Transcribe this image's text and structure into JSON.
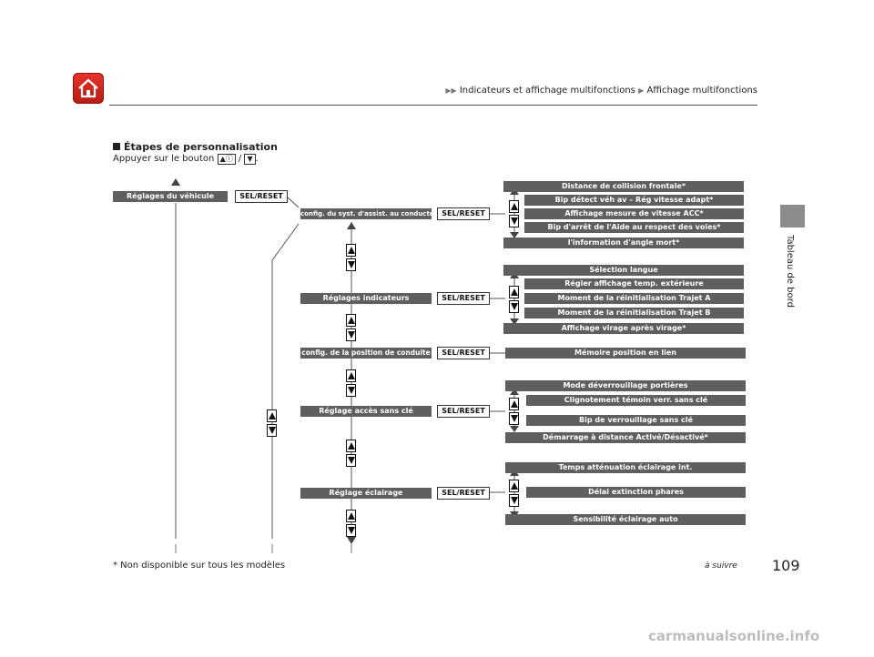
{
  "header": {
    "breadcrumb_1": "Indicateurs et affichage multifonctions",
    "breadcrumb_2": "Affichage multifonctions",
    "side_label": "Tableau de bord"
  },
  "section": {
    "title": "Étapes de personnalisation",
    "instruction_pre": "Appuyer sur le bouton",
    "instruction_sep": "/",
    "instruction_end": "."
  },
  "diagram": {
    "sel_reset": "SEL/RESET",
    "vehicle_settings": "Réglages du véhicule",
    "menus": {
      "assist": "config. du syst. d'assist. au conducteur*",
      "indicators": "Réglages indicateurs",
      "position": "config. de la position de conduite",
      "keyless": "Réglage accès sans clé",
      "lighting": "Réglage éclairage"
    },
    "assist_items": [
      "Distance de collision frontale*",
      "Bip détect véh av – Rég vitesse adapt*",
      "Affichage mesure de vitesse ACC*",
      "Bip d'arrêt de l'Aide au respect des voies*",
      "l'information d'angle mort*"
    ],
    "indicator_items": [
      "Sélection langue",
      "Régler affichage temp. extérieure",
      "Moment de la réinitialisation Trajet A",
      "Moment de la réinitialisation Trajet B",
      "Affichage virage après virage*"
    ],
    "position_items": [
      "Mémoire position en lien"
    ],
    "keyless_items": [
      "Mode déverrouillage portières",
      "Clignotement témoin verr. sans clé",
      "Bip de verrouillage sans clé",
      "Démarrage à distance Activé/Désactivé*"
    ],
    "lighting_items": [
      "Temps atténuation éclairage int.",
      "Délai extinction phares",
      "Sensibilité éclairage auto"
    ]
  },
  "footer": {
    "footnote": "* Non disponible sur tous les modèles",
    "continued": "à suivre",
    "page_number": "109"
  },
  "watermark": "carmanualsonline.info",
  "colors": {
    "home_red": "#d32a20",
    "bar_gray": "#5f5f5f",
    "tab_gray": "#8c8c8c"
  }
}
